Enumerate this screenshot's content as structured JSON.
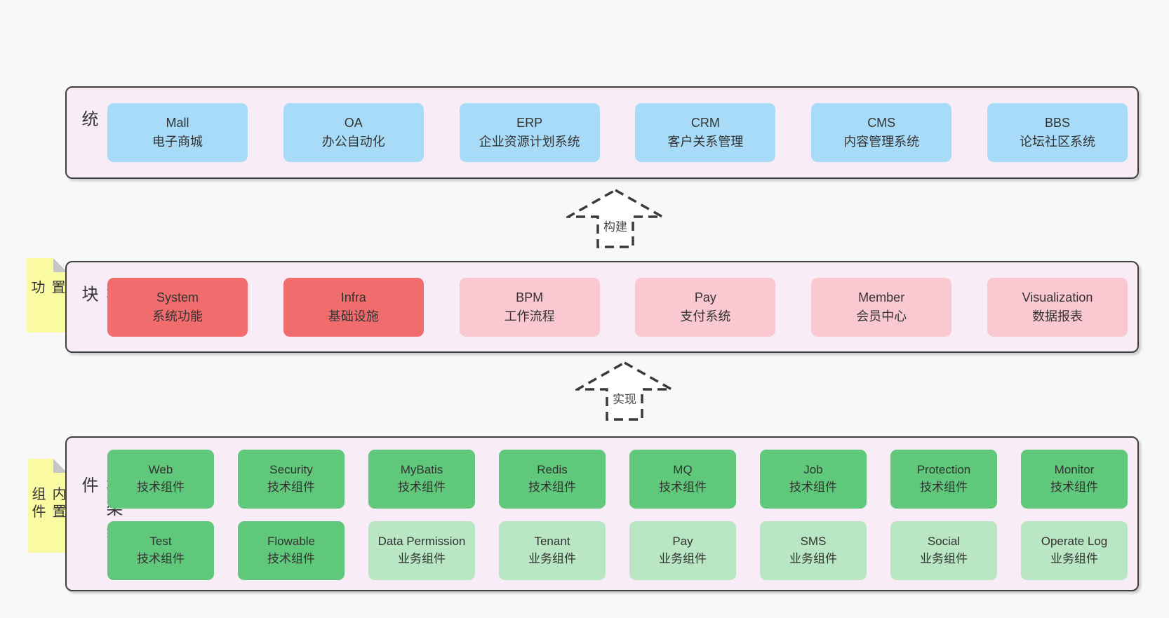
{
  "diagram": {
    "background": "#f8f8f8",
    "panel_background": "#f8edf6",
    "colors": {
      "blue_box": "#a8dbf7",
      "red_box": "#f16c6c",
      "pink_box": "#fac8d0",
      "green_box": "#5fc87a",
      "light_green_box": "#b9e6c3",
      "sticky_note": "#fafaa2",
      "panel_border": "#3f3f3f"
    }
  },
  "bands": [
    {
      "label": "业务系统",
      "boxes": [
        {
          "name": "Mall",
          "desc": "电子商城"
        },
        {
          "name": "OA",
          "desc": "办公自动化"
        },
        {
          "name": "ERP",
          "desc": "企业资源计划系统"
        },
        {
          "name": "CRM",
          "desc": "客户关系管理"
        },
        {
          "name": "CMS",
          "desc": "内容管理系统"
        },
        {
          "name": "BBS",
          "desc": "论坛社区系统"
        }
      ]
    },
    {
      "label": "通用模块",
      "sticky": "内置功能",
      "boxes": [
        {
          "name": "System",
          "desc": "系统功能"
        },
        {
          "name": "Infra",
          "desc": "基础设施"
        },
        {
          "name": "BPM",
          "desc": "工作流程"
        },
        {
          "name": "Pay",
          "desc": "支付系统"
        },
        {
          "name": "Member",
          "desc": "会员中心"
        },
        {
          "name": "Visualization",
          "desc": "数据报表"
        }
      ]
    },
    {
      "label": "框架组件",
      "sticky": "内置组件",
      "row1": [
        {
          "name": "Web",
          "desc": "技术组件"
        },
        {
          "name": "Security",
          "desc": "技术组件"
        },
        {
          "name": "MyBatis",
          "desc": "技术组件"
        },
        {
          "name": "Redis",
          "desc": "技术组件"
        },
        {
          "name": "MQ",
          "desc": "技术组件"
        },
        {
          "name": "Job",
          "desc": "技术组件"
        },
        {
          "name": "Protection",
          "desc": "技术组件"
        },
        {
          "name": "Monitor",
          "desc": "技术组件"
        }
      ],
      "row2": [
        {
          "name": "Test",
          "desc": "技术组件"
        },
        {
          "name": "Flowable",
          "desc": "技术组件"
        },
        {
          "name": "Data Permission",
          "desc": "业务组件"
        },
        {
          "name": "Tenant",
          "desc": "业务组件"
        },
        {
          "name": "Pay",
          "desc": "业务组件"
        },
        {
          "name": "SMS",
          "desc": "业务组件"
        },
        {
          "name": "Social",
          "desc": "业务组件"
        },
        {
          "name": "Operate Log",
          "desc": "业务组件"
        }
      ]
    }
  ],
  "arrows": [
    {
      "label": "构建"
    },
    {
      "label": "实现"
    }
  ]
}
